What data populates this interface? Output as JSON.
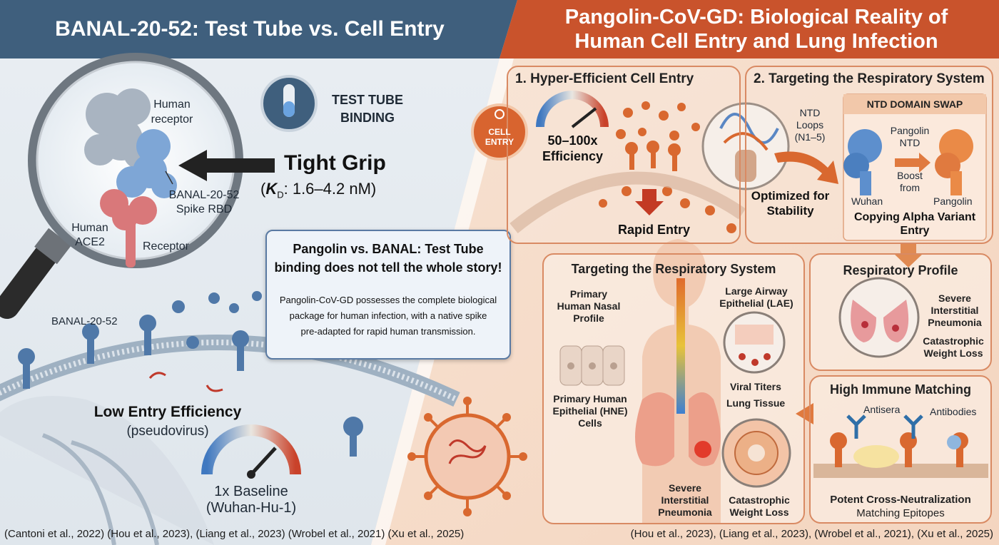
{
  "left": {
    "title": "BANAL-20-52: Test Tube vs. Cell Entry",
    "human_receptor": [
      "Human",
      "receptor"
    ],
    "spike_rbd": [
      "BANAL-20-52",
      "Spike RBD"
    ],
    "human_ace2": [
      "Human",
      "ACE2"
    ],
    "receptor": "Receptor",
    "test_tube": [
      "TEST TUBE",
      "BINDING"
    ],
    "tight_grip": "Tight Grip",
    "kd_prefix": "(",
    "kd_k": "K",
    "kd_sub": "D",
    "kd_value": ": 1.6–4.2 nM)",
    "membrane_label": "BANAL-20-52",
    "low_entry": "Low Entry Efficiency",
    "pseudovirus": "(pseudovirus)",
    "baseline": [
      "1x Baseline",
      "(Wuhan-Hu-1)"
    ]
  },
  "callout": {
    "title": [
      "Pangolin vs. BANAL: Test Tube",
      "binding does not tell the whole story!"
    ],
    "body": [
      "Pangolin-CoV-GD possesses the complete biological",
      "package for human infection, with a native spike",
      "pre-adapted for rapid human transmission."
    ]
  },
  "right": {
    "title": [
      "Pangolin-CoV-GD: Biological Reality of",
      "Human Cell Entry and Lung Infection"
    ],
    "panel1": {
      "title": "1. Hyper-Efficient Cell Entry",
      "badge": [
        "CELL",
        "ENTRY"
      ],
      "efficiency": [
        "50–100x",
        "Efficiency"
      ],
      "rapid": "Rapid Entry",
      "ntd_loops": [
        "NTD",
        "Loops",
        "(N1–5)"
      ],
      "optimized": [
        "Optimized for",
        "Stability"
      ]
    },
    "panel2": {
      "title": "2. Targeting the Respiratory System",
      "swap_title": "NTD DOMAIN SWAP",
      "pangolin_ntd": [
        "Pangolin",
        "NTD"
      ],
      "boost": [
        "Boost",
        "from"
      ],
      "wuhan": "Wuhan",
      "pangolin": "Pangolin",
      "copying": [
        "Copying Alpha Variant",
        "Entry"
      ]
    },
    "resp": {
      "title": "Targeting the Respiratory System",
      "nasal": [
        "Primary",
        "Human Nasal",
        "Profile"
      ],
      "hne": [
        "Primary Human",
        "Epithelial (HNE)",
        "Cells"
      ],
      "lae": [
        "Large Airway",
        "Epithelial (LAE)"
      ],
      "viral_titers": "Viral Titers",
      "lung_tissue": "Lung Tissue",
      "severe": [
        "Severe",
        "Interstitial",
        "Pneumonia"
      ],
      "catastrophic": [
        "Catastrophic",
        "Weight Loss"
      ]
    },
    "profile": {
      "title": "Respiratory Profile",
      "severe": [
        "Severe",
        "Interstitial",
        "Pneumonia"
      ],
      "catastrophic": [
        "Catastrophic",
        "Weight Loss"
      ]
    },
    "immune": {
      "title": "High Immune Matching",
      "antisera": "Antisera",
      "antibodies": "Antibodies",
      "potent": "Potent Cross-Neutralization",
      "matching": "Matching Epitopes"
    }
  },
  "citations": {
    "left": "(Cantoni et al., 2022) (Hou et al., 2023), (Liang et al., 2023) (Wrobel et al., 2021) (Xu et al., 2025)",
    "right": "(Hou et al., 2023), (Liang et al., 2023), (Wrobel et al., 2021), (Xu et al., 2025)"
  },
  "colors": {
    "left_header": "#3f5f7d",
    "right_header": "#c9532c",
    "orange_accent": "#e07a3f",
    "blue_accent": "#4f7fb3"
  }
}
